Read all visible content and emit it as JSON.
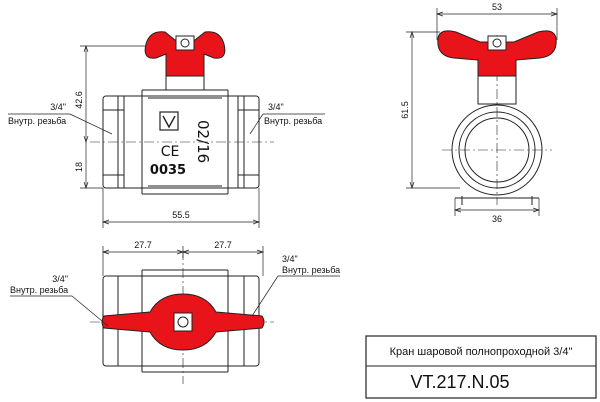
{
  "front_view": {
    "dim_height_top": "42.6",
    "dim_height_bottom": "18",
    "dim_length": "55.5",
    "port_left_size": "3/4\"",
    "port_left_thread": "Внутр. резьба",
    "port_right_size": "3/4\"",
    "port_right_thread": "Внутр. резьба",
    "body_marking_pressure": "02/16",
    "body_marking_ce": "CE",
    "body_marking_number": "0035"
  },
  "side_view": {
    "dim_width": "53",
    "dim_height": "61.5",
    "dim_hex": "36"
  },
  "top_view": {
    "dim_left": "27.7",
    "dim_right": "27.7",
    "port_left_size": "3/4\"",
    "port_left_thread": "Внутр. резьба",
    "port_right_size": "3/4\"",
    "port_right_thread": "Внутр. резьба"
  },
  "title_block": {
    "description": "Кран шаровой полнопроходной 3/4\"",
    "code": "VT.217.N.05"
  },
  "colors": {
    "handle": "#e8141a",
    "outline": "#222222"
  },
  "icons": {
    "vt_logo": "vt-logo-icon",
    "ce_mark": "ce-mark-icon"
  }
}
